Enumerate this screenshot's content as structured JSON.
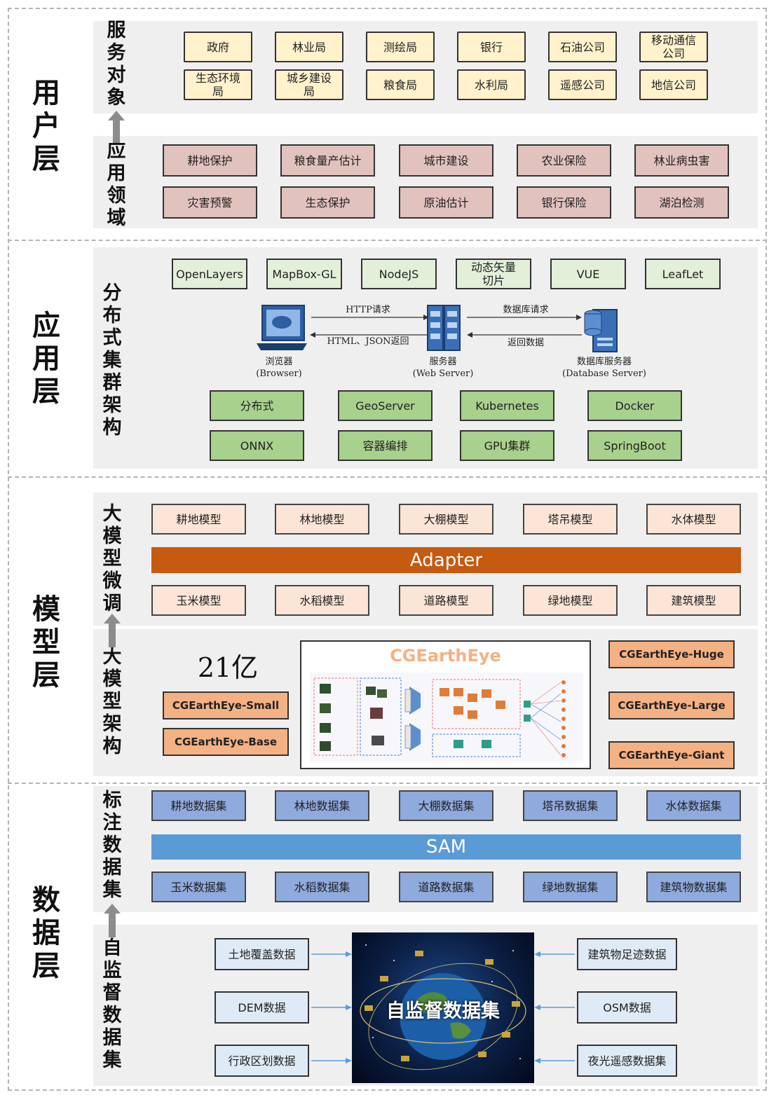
{
  "layers": {
    "user": "用户层",
    "app": "应用层",
    "model": "模型层",
    "data": "数据层"
  },
  "user_layer": {
    "service_label": "服务对象",
    "service_targets": [
      "政府",
      "林业局",
      "测绘局",
      "银行",
      "石油公司",
      "移动通信公司",
      "生态环境局",
      "城乡建设局",
      "粮食局",
      "水利局",
      "遥感公司",
      "地信公司"
    ],
    "domain_label": "应用领域",
    "domains": [
      "耕地保护",
      "粮食量产估计",
      "城市建设",
      "农业保险",
      "林业病虫害",
      "灾害预警",
      "生态保护",
      "原油估计",
      "银行保险",
      "湖泊检测"
    ]
  },
  "app_layer": {
    "label": "分布式集群架构",
    "frontend_tools": [
      "OpenLayers",
      "MapBox-GL",
      "NodeJS",
      "动态矢量切片",
      "VUE",
      "LeafLet"
    ],
    "diagram": {
      "http_request": "HTTP请求",
      "http_return": "HTML、JSON返回",
      "db_request": "数据库请求",
      "db_return": "返回数据",
      "browser": "浏览器",
      "browser_en": "(Browser)",
      "server": "服务器",
      "server_en": "(Web Server)",
      "db_server": "数据库服务器",
      "db_server_en": "(Database Server)"
    },
    "infra": [
      "分布式",
      "GeoServer",
      "Kubernetes",
      "Docker",
      "ONNX",
      "容器编排",
      "GPU集群",
      "SpringBoot"
    ]
  },
  "model_layer": {
    "finetune_label": "大模型微调",
    "finetune_models_top": [
      "耕地模型",
      "林地模型",
      "大棚模型",
      "塔吊模型",
      "水体模型"
    ],
    "adapter": "Adapter",
    "finetune_models_bottom": [
      "玉米模型",
      "水稻模型",
      "道路模型",
      "绿地模型",
      "建筑模型"
    ],
    "arch_label": "大模型架构",
    "params": "21亿",
    "variants_left": [
      "CGEarthEye-Small",
      "CGEarthEye-Base"
    ],
    "variants_right": [
      "CGEarthEye-Huge",
      "CGEarthEye-Large",
      "CGEarthEye-Giant"
    ],
    "figure_title": "CGEarthEye"
  },
  "data_layer": {
    "labeled_label": "标注数据集",
    "datasets_top": [
      "耕地数据集",
      "林地数据集",
      "大棚数据集",
      "塔吊数据集",
      "水体数据集"
    ],
    "sam": "SAM",
    "datasets_bottom": [
      "玉米数据集",
      "水稻数据集",
      "道路数据集",
      "绿地数据集",
      "建筑物数据集"
    ],
    "self_label": "自监督数据集",
    "self_sources_left": [
      "土地覆盖数据",
      "DEM数据",
      "行政区划数据"
    ],
    "self_sources_right": [
      "建筑物足迹数据",
      "OSM数据",
      "夜光遥感数据集"
    ],
    "center_title": "自监督数据集"
  },
  "colors": {
    "adapter": "#c55a11",
    "sam": "#5b9bd5",
    "service": "#fff2cc",
    "domain": "#e2c2bd",
    "tool": "#e2f0d9",
    "infra": "#a9d18e",
    "model": "#fbe5d6",
    "variant": "#f4b183",
    "dataset": "#8faadc",
    "self_source": "#deebf7"
  }
}
